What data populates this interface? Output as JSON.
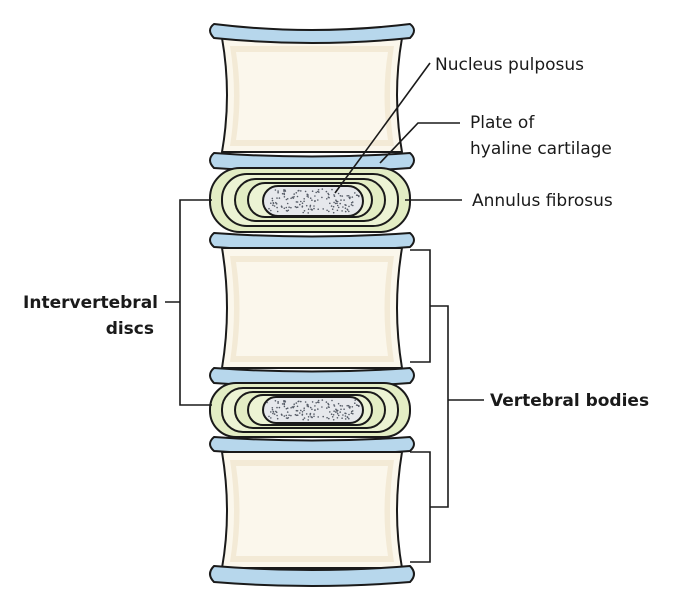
{
  "labels": {
    "nucleus_pulposus": "Nucleus pulposus",
    "plate_line1": "Plate of",
    "plate_line2": "hyaline cartilage",
    "annulus_fibrosus": "Annulus fibrosus",
    "intervertebral_line1": "Intervertebral",
    "intervertebral_line2": "discs",
    "vertebral_bodies": "Vertebral bodies"
  },
  "colors": {
    "vertebral_body_fill": "#fbf7ec",
    "vertebral_body_inner": "#f3ead6",
    "cartilage_plate": "#b7d7ec",
    "annulus_outer": "#e3edc4",
    "annulus_ring": "#ecf3d4",
    "nucleus_fill": "#e6e8ec",
    "outline": "#1a1a1a"
  }
}
